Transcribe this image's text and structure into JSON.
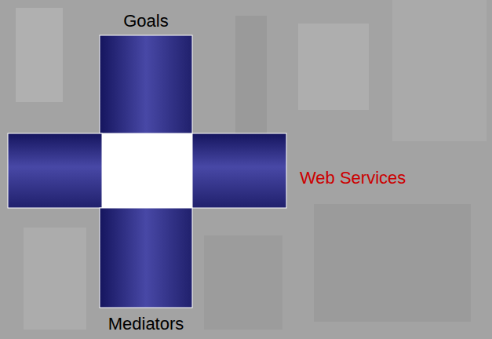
{
  "diagram": {
    "labels": [
      "Goals",
      "Web Services",
      "Mediators"
    ]
  }
}
